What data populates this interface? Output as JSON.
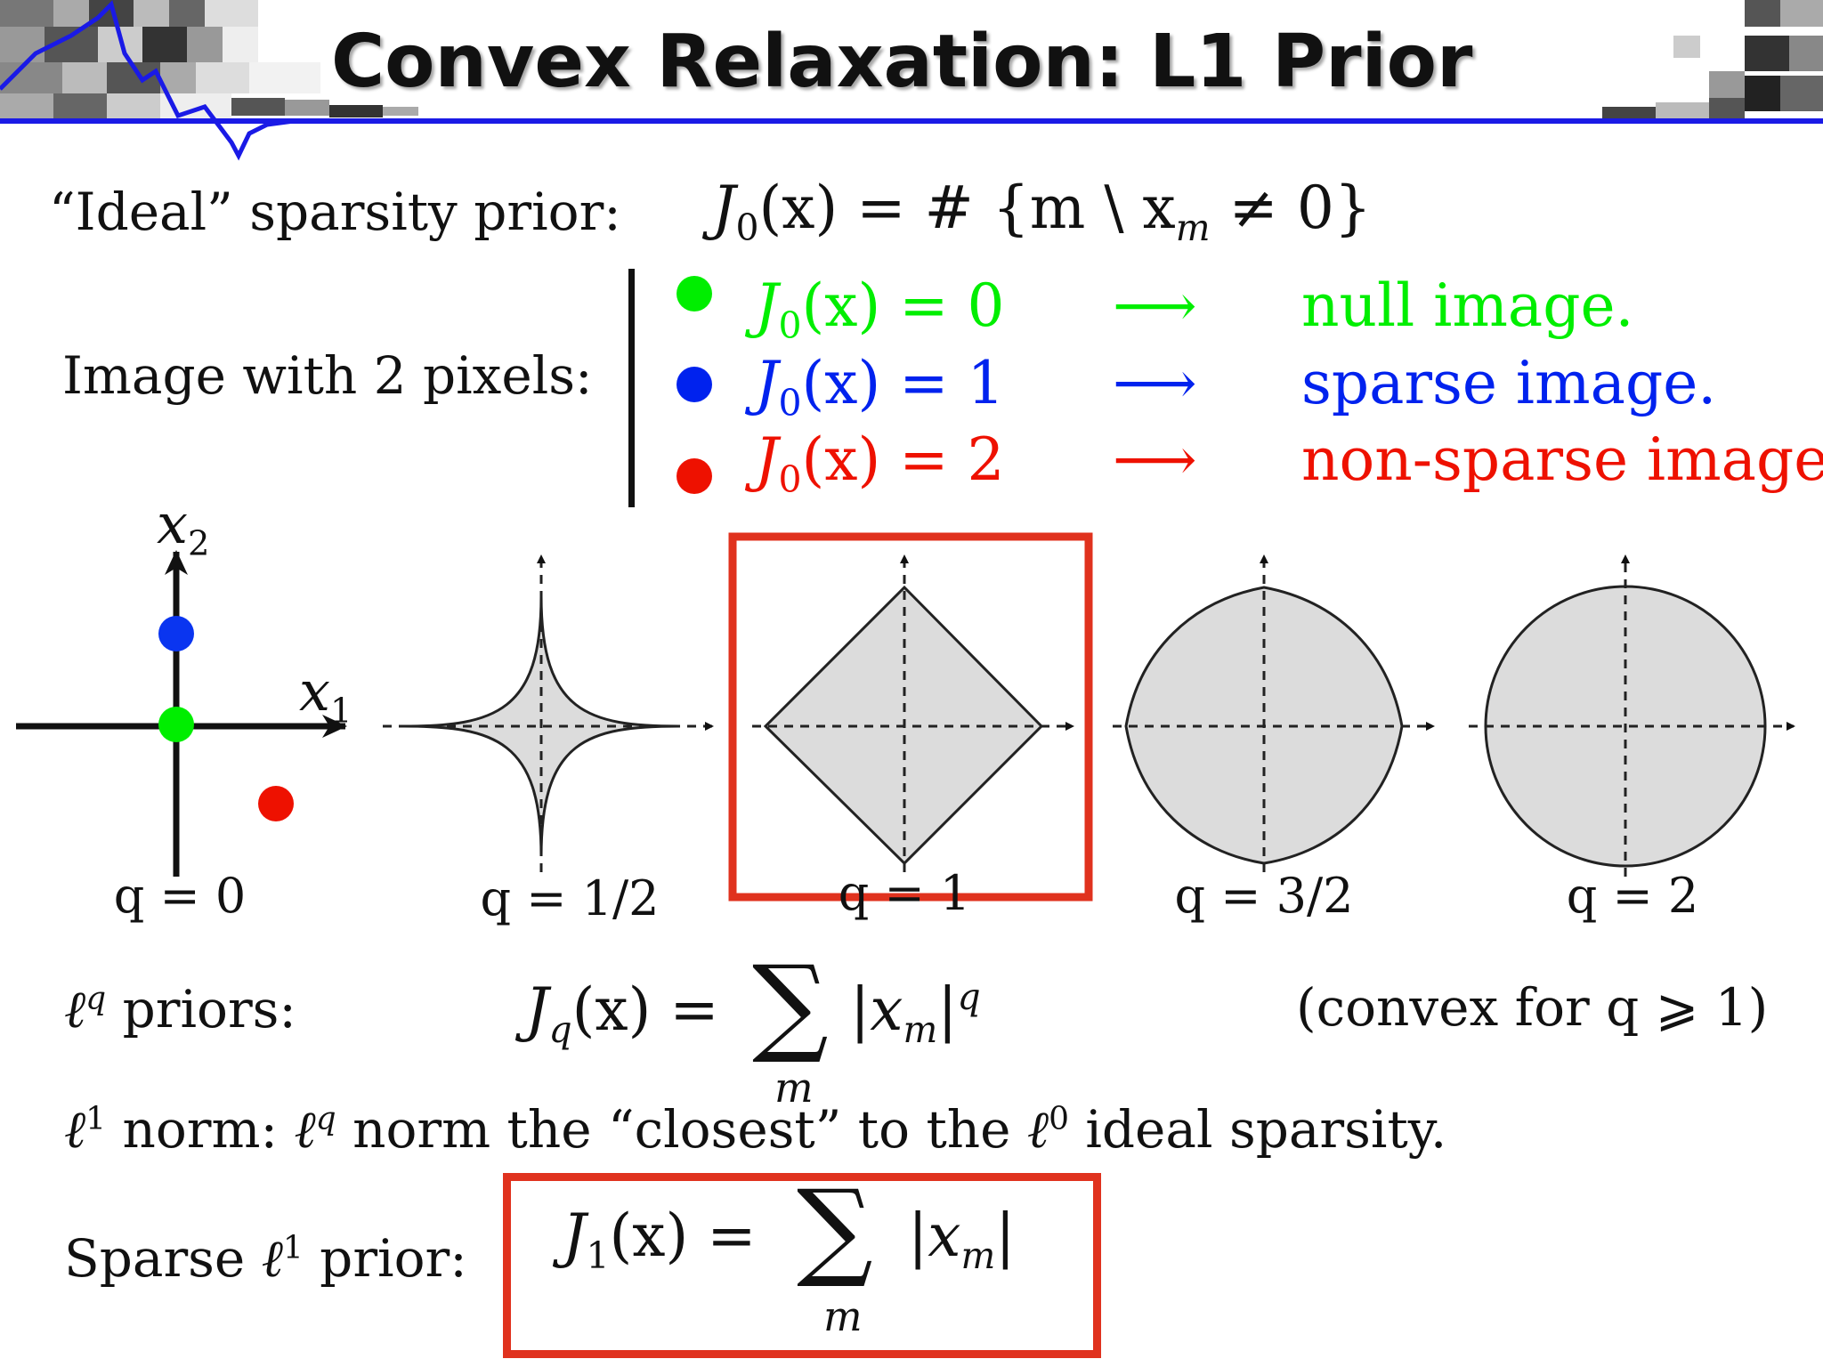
{
  "title": "Convex Relaxation: L1 Prior",
  "ideal": {
    "label": "“Ideal” sparsity prior:",
    "lhs_J": "J",
    "lhs_sub": "0",
    "lhs_rest": "(x) = #",
    "set": "{m \\ x",
    "set_sub": "m",
    "set_end": " ≠ 0}"
  },
  "pixels_label": "Image with 2 pixels:",
  "cases": [
    {
      "J": "J",
      "sub": "0",
      "expr": "(x) = 0",
      "arrow": "⟶",
      "desc": "null image.",
      "color": "#00ee00"
    },
    {
      "J": "J",
      "sub": "0",
      "expr": "(x) = 1",
      "arrow": "⟶",
      "desc": "sparse image.",
      "color": "#0022ee"
    },
    {
      "J": "J",
      "sub": "0",
      "expr": "(x) = 2",
      "arrow": "⟶",
      "desc": "non-sparse image.",
      "color": "#ee1100"
    }
  ],
  "axis_labels": {
    "x1": "x",
    "x1_sub": "1",
    "x2": "x",
    "x2_sub": "2"
  },
  "panels": [
    {
      "label": "q = 0"
    },
    {
      "label": "q = 1/2"
    },
    {
      "label": "q = 1"
    },
    {
      "label": "q = 3/2"
    },
    {
      "label": "q = 2"
    }
  ],
  "lq": {
    "label_l": "ℓ",
    "label_sup": "q",
    "label_rest": " priors:",
    "J": "J",
    "J_sub": "q",
    "rhs": "(x) = ",
    "sum": "∑",
    "sum_sub": "m",
    "term": "|x",
    "term_sub": "m",
    "term_end": "|",
    "term_sup": "q",
    "note": "(convex for q ⩾ 1)"
  },
  "l1_norm": {
    "l": "ℓ",
    "sup1": "1",
    "part1": " norm: ",
    "l2": "ℓ",
    "sup2": "q",
    "part2": " norm the “closest” to the ",
    "l3": "ℓ",
    "sup3": "0",
    "part3": " ideal sparsity."
  },
  "sparse": {
    "label_pre": "Sparse ",
    "label_l": "ℓ",
    "label_sup": "1",
    "label_post": " prior:",
    "J": "J",
    "J_sub": "1",
    "rhs": "(x) = ",
    "sum": "∑",
    "sum_sub": "m",
    "term": "|x",
    "term_sub": "m",
    "term_end": "|"
  },
  "colors": {
    "highlight": "#e0321e",
    "header_line": "#1a1ae6",
    "shape_fill": "#dcdcdc"
  }
}
